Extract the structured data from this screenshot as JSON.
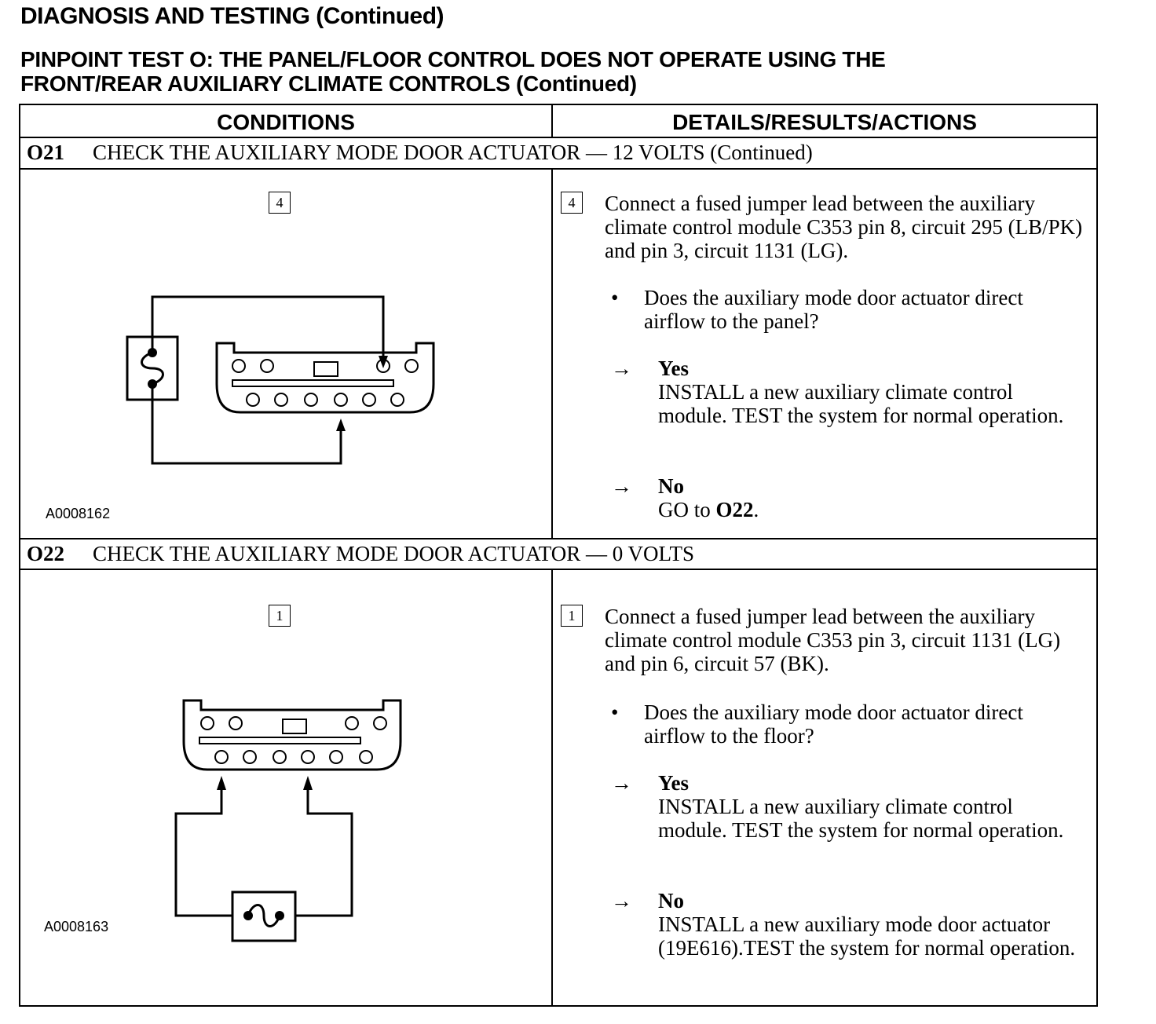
{
  "header": {
    "title": "DIAGNOSIS AND TESTING (Continued)",
    "test_title_line1": "PINPOINT TEST O: THE PANEL/FLOOR CONTROL DOES NOT OPERATE USING THE",
    "test_title_line2": "FRONT/REAR AUXILIARY CLIMATE CONTROLS (Continued)"
  },
  "table": {
    "col_conditions": "CONDITIONS",
    "col_details": "DETAILS/RESULTS/ACTIONS",
    "steps": [
      {
        "id": "O21",
        "title": "CHECK THE AUXILIARY MODE DOOR ACTUATOR — 12 VOLTS (Continued)",
        "substep": "4",
        "figure_id": "A0008162",
        "instruction": "Connect a fused jumper lead between the auxiliary climate control module C353 pin 8, circuit 295 (LB/PK) and pin 3, circuit 1131 (LG).",
        "question": "Does the auxiliary mode door actuator direct airflow to the panel?",
        "yes_label": "Yes",
        "yes_text": "INSTALL a new auxiliary climate control module. TEST the system for normal operation.",
        "no_label": "No",
        "no_text_prefix": "GO to ",
        "no_text_ref": "O22",
        "no_text_suffix": "."
      },
      {
        "id": "O22",
        "title": "CHECK THE AUXILIARY MODE DOOR ACTUATOR — 0 VOLTS",
        "substep": "1",
        "figure_id": "A0008163",
        "instruction": "Connect a fused jumper lead between the auxiliary climate control module C353 pin 3, circuit 1131 (LG) and pin 6, circuit 57 (BK).",
        "question": "Does the auxiliary mode door actuator direct airflow to the floor?",
        "yes_label": "Yes",
        "yes_text": "INSTALL a new auxiliary climate control module. TEST the system for normal operation.",
        "no_label": "No",
        "no_text": "INSTALL a new auxiliary mode door actuator (19E616).TEST the system for normal operation."
      }
    ]
  },
  "symbols": {
    "bullet": "•",
    "arrow": "→"
  }
}
